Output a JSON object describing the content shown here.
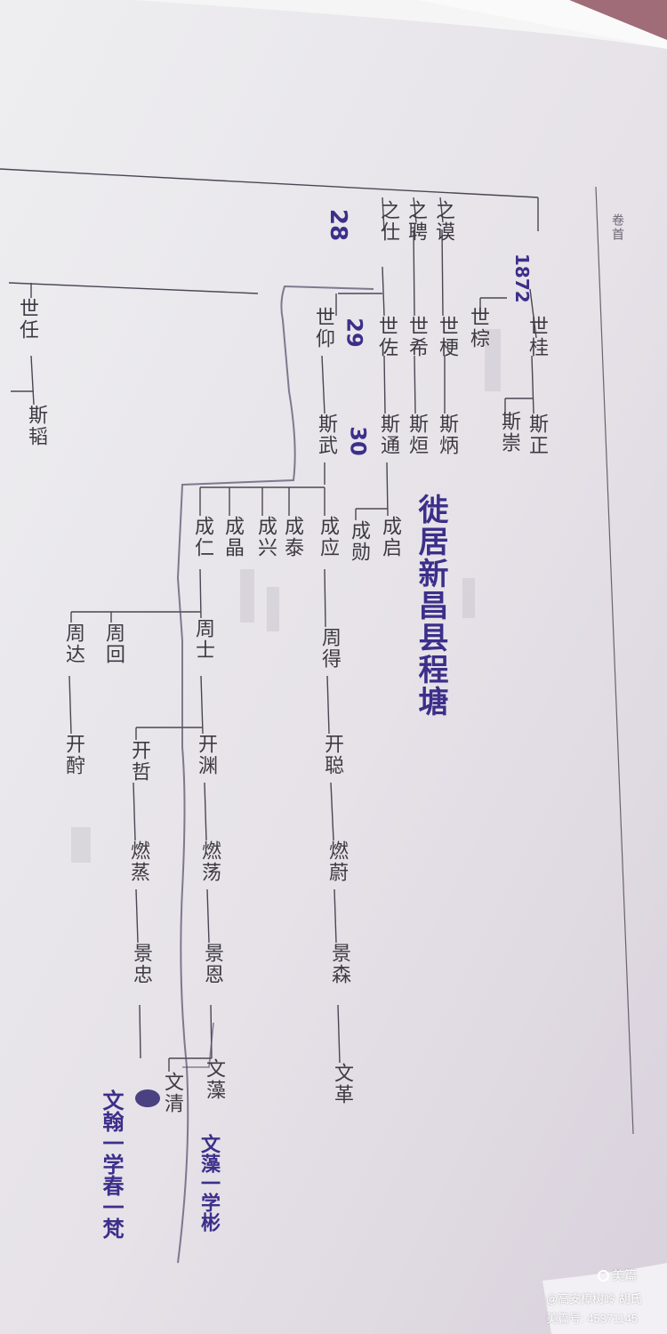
{
  "header": {
    "volume_label": "卷首"
  },
  "chart_data": {
    "type": "genealogy-tree",
    "printed_names": [
      "之谟",
      "之聘",
      "之仕",
      "世桂",
      "世棕",
      "世梗",
      "世希",
      "世佐",
      "世仰",
      "世任",
      "斯正",
      "斯崇",
      "斯炳",
      "斯烜",
      "斯通",
      "斯武",
      "斯韬",
      "成启",
      "成勋",
      "成应",
      "成泰",
      "成兴",
      "成晶",
      "成仁",
      "周得",
      "周士",
      "周回",
      "周达",
      "开聪",
      "开渊",
      "开哲",
      "开酧",
      "燃蔚",
      "燃荡",
      "燃蒸",
      "景森",
      "景恩",
      "景忠",
      "文革",
      "文藻",
      "文清"
    ],
    "handwritten_annotations": [
      "1872",
      "28",
      "29",
      "30",
      "徙居新昌县程塘",
      "文藻一学彬",
      "文翰一学春一梵"
    ]
  },
  "watermark": {
    "brand": "美篇",
    "line1": "@高安樟树岭 胡氏",
    "line2": "美篇号: 45371145"
  }
}
